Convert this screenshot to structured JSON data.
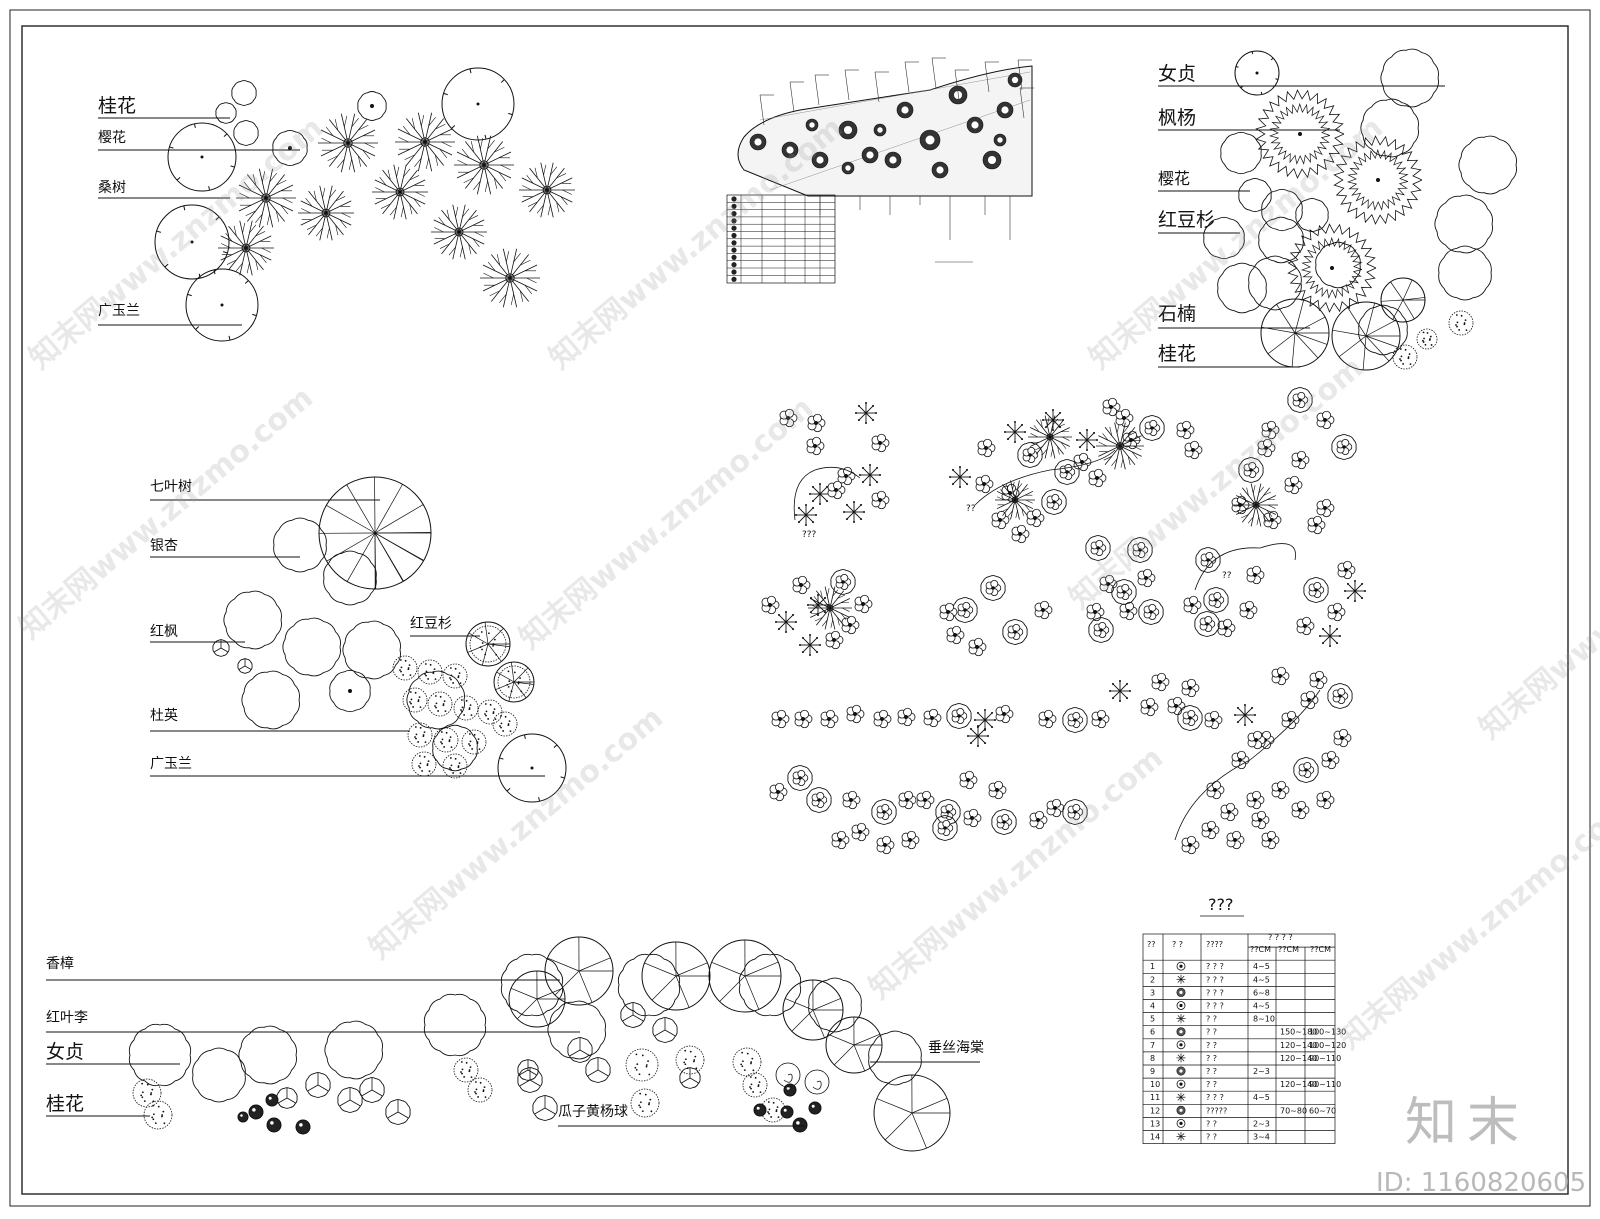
{
  "labels": {
    "top_left": [
      "桂花",
      "樱花",
      "桑树",
      "广玉兰"
    ],
    "top_right": [
      "女贞",
      "枫杨",
      "樱花",
      "红豆杉",
      "石楠",
      "桂花"
    ],
    "mid_left": [
      "七叶树",
      "银杏",
      "红枫",
      "红豆杉",
      "杜英",
      "广玉兰"
    ],
    "bottom": [
      "香樟",
      "红叶李",
      "女贞",
      "桂花",
      "瓜子黄杨球",
      "垂丝海棠"
    ],
    "shrub_marks": [
      "??",
      "???",
      "??"
    ]
  },
  "legend_table": {
    "title": "???",
    "headers": [
      "??",
      "? ?",
      "????",
      "? ? ? ?"
    ],
    "subheaders": [
      "??CM",
      "??CM",
      "??CM"
    ],
    "rows": [
      [
        "1",
        "? ? ?",
        "4~5",
        "",
        ""
      ],
      [
        "2",
        "? ? ?",
        "4~5",
        "",
        ""
      ],
      [
        "3",
        "? ? ?",
        "6~8",
        "",
        ""
      ],
      [
        "4",
        "? ? ?",
        "4~5",
        "",
        ""
      ],
      [
        "5",
        "? ?",
        "8~10",
        "",
        ""
      ],
      [
        "6",
        "? ?",
        "",
        "150~180",
        "100~130"
      ],
      [
        "7",
        "? ?",
        "",
        "120~140",
        "100~120"
      ],
      [
        "8",
        "? ?",
        "",
        "120~140",
        "90~110"
      ],
      [
        "9",
        "? ?",
        "2~3",
        "",
        ""
      ],
      [
        "10",
        "? ?",
        "",
        "120~140",
        "90~110"
      ],
      [
        "11",
        "? ? ?",
        "4~5",
        "",
        ""
      ],
      [
        "12",
        "?????",
        "",
        "70~80",
        "60~70"
      ],
      [
        "13",
        "? ?",
        "2~3",
        "",
        ""
      ],
      [
        "14",
        "? ?",
        "3~4",
        "",
        ""
      ]
    ]
  },
  "watermark": {
    "text": "知末网www.znzmo.com",
    "brand": "知末",
    "id": "ID: 1160820605"
  }
}
